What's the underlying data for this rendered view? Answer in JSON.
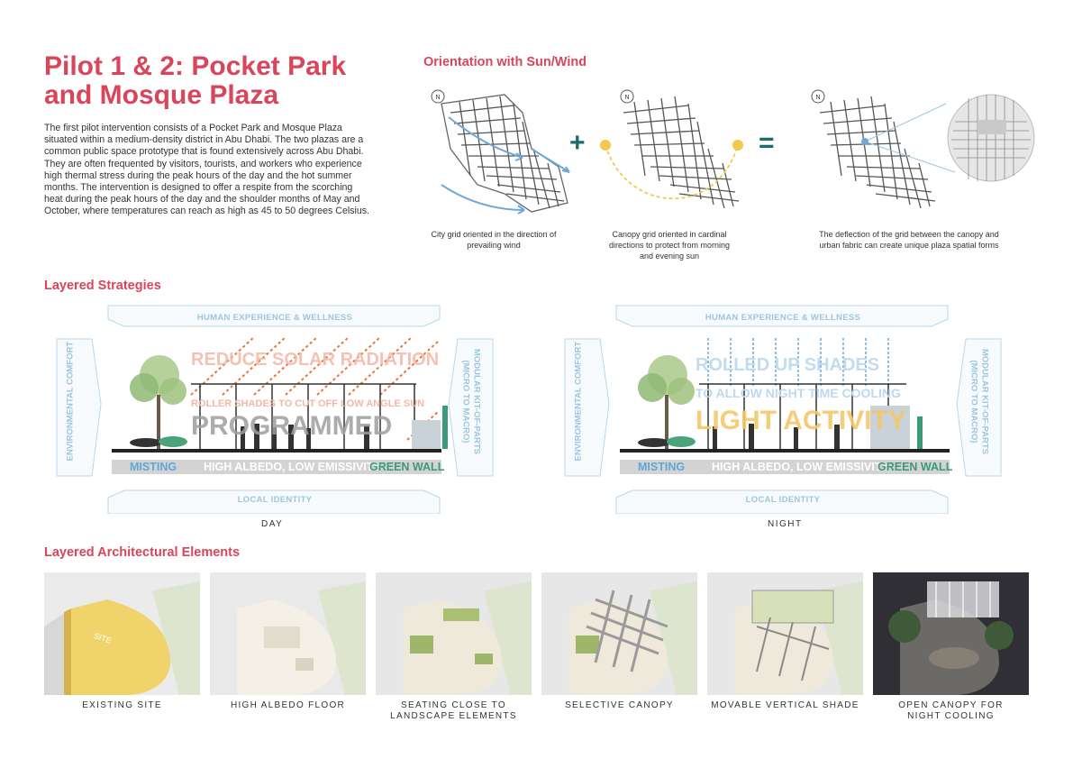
{
  "title": "Pilot 1 & 2: Pocket Park and Mosque Plaza",
  "intro": "The first pilot intervention consists of a Pocket Park and Mosque Plaza situated within a medium-density district in Abu Dhabi. The two plazas are a common public space prototype that is found extensively across Abu Dhabi. They are often frequented by visitors, tourists, and workers who experience high thermal stress during the peak hours of the day and the hot summer months. The intervention is designed to offer a respite from the scorching heat during the peak hours of the day and the shoulder months of May and October, where temperatures can reach as high as 45 to 50 degrees Celsius.",
  "orientation": {
    "heading": "Orientation with Sun/Wind",
    "north_label": "N",
    "plus": "+",
    "equals": "=",
    "captions": [
      "City grid oriented in the direction of prevailing wind",
      "Canopy grid oriented in cardinal directions to protect from morning and evening sun",
      "The deflection of the grid between the canopy and urban fabric can create unique plaza spatial forms"
    ]
  },
  "strategies": {
    "heading": "Layered Strategies",
    "top_bar": "HUMAN EXPERIENCE & WELLNESS",
    "bottom_bar": "LOCAL IDENTITY",
    "left_side": "ENVIRONMENTAL COMFORT",
    "right_side_1": "MODULAR KIT-OF-PARTS",
    "right_side_2": "(MICRO TO MACRO)",
    "misting": "MISTING",
    "albedo": "HIGH ALBEDO, LOW EMISSIVITY",
    "green_wall": "GREEN WALL",
    "day": {
      "label": "DAY",
      "line1": "REDUCE SOLAR RADIATION",
      "line2": "ROLLER SHADES TO CUT OFF LOW ANGLE SUN",
      "line3": "PROGRAMMED"
    },
    "night": {
      "label": "NIGHT",
      "line1": "ROLLED UP SHADES",
      "line2": "TO ALLOW NIGHT TIME COOLING",
      "line3": "LIGHT ACTIVITY"
    }
  },
  "elements": {
    "heading": "Layered Architectural Elements",
    "site_text": "SITE",
    "items": [
      "EXISTING SITE",
      "HIGH ALBEDO FLOOR",
      "SEATING CLOSE TO\nLANDSCAPE ELEMENTS",
      "SELECTIVE CANOPY",
      "MOVABLE VERTICAL SHADE",
      "OPEN CANOPY FOR\nNIGHT COOLING"
    ]
  },
  "colors": {
    "accent": "#d9455a",
    "teal": "#1f6b6b",
    "light_blue": "#9cc6e0",
    "green": "#3a9a7a",
    "orange": "#e8743a",
    "yellow": "#f2c94c"
  }
}
